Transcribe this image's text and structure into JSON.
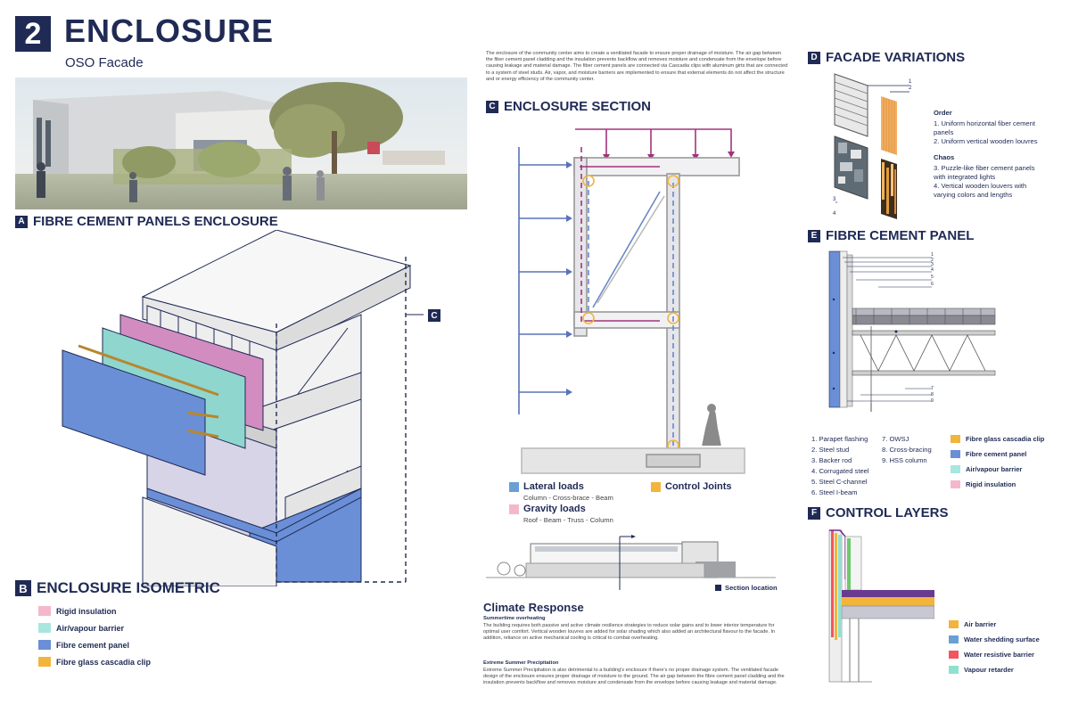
{
  "header": {
    "number": "2",
    "title": "ENCLOSURE",
    "subtitle": "OSO Facade"
  },
  "intro_text": "The enclosure of the community center aims to create a ventilated facade to ensure proper drainage of moisture. The air gap between the fiber cement panel cladding and the insulation prevents backflow and removes moisture and condensate from the envelope before causing leakage and material damage. The fiber cement panels are connected via Cascadia clips with aluminum girts that are connected to a system of steel studs. Air, vapor, and moisture barriers are implemented to ensure that external elements do not affect the structure and or energy efficiency of the community center.",
  "sections": {
    "a": {
      "letter": "A",
      "title": "FIBRE CEMENT PANELS ENCLOSURE"
    },
    "b": {
      "letter": "B",
      "title": "ENCLOSURE ISOMETRIC"
    },
    "c": {
      "letter": "C",
      "title": "ENCLOSURE SECTION",
      "marker": "C"
    },
    "d": {
      "letter": "D",
      "title": "FACADE VARIATIONS"
    },
    "e": {
      "letter": "E",
      "title": "FIBRE CEMENT PANEL"
    },
    "f": {
      "letter": "F",
      "title": "CONTROL LAYERS"
    }
  },
  "isometric_legend": [
    {
      "label": "Rigid insulation",
      "color": "#f4b8cc"
    },
    {
      "label": "Air/vapour barrier",
      "color": "#a8e6df"
    },
    {
      "label": "Fibre cement panel",
      "color": "#6a8fd6"
    },
    {
      "label": "Fibre glass cascadia clip",
      "color": "#f3b43c"
    }
  ],
  "loads": {
    "lateral": {
      "title": "Lateral loads",
      "sub": "Column - Cross-brace - Beam",
      "color": "#6a9fd6"
    },
    "gravity": {
      "title": "Gravity loads",
      "sub": "Roof - Beam - Truss - Column",
      "color": "#f4b8cc"
    },
    "joints": {
      "title": "Control Joints",
      "color": "#f3b43c"
    }
  },
  "section_location": "Section location",
  "climate": {
    "title": "Climate Response",
    "sub1": "Summertime overheating",
    "text1": "The building requires both passive and active climate resilience strategies to reduce solar gains and to lower interior temperature for optimal user comfort. Vertical wooden louvres are added for solar shading which also added an architectural flavour to the facade. In addition, reliance on active mechanical cooling is critical to combat overheating.",
    "sub2": "Extreme Summer Precipitation",
    "text2": "Extreme Summer Precipitation is also detrimental to a building's enclosure if there's no proper drainage system. The ventilated facade design of the enclosure ensures proper drainage of moisture to the ground. The air gap between the fibre cement panel cladding and the insulation prevents backflow and removes moisture and condensate from the envelope before causing leakage and material damage."
  },
  "variations": {
    "order_title": "Order",
    "order_items": [
      "1. Uniform horizontal fiber cement panels",
      "2. Uniform vertical wooden louvres"
    ],
    "chaos_title": "Chaos",
    "chaos_items": [
      "3. Puzzle-like fiber cement panels with integrated lights",
      "4. Vertical wooden louvers with varying colors and lengths"
    ],
    "callouts": [
      "1",
      "2",
      "3",
      "4"
    ]
  },
  "panel_callouts": [
    "1",
    "2",
    "3",
    "4",
    "5",
    "6",
    "7",
    "8",
    "9"
  ],
  "panel_parts_col1": [
    "1. Parapet flashing",
    "2. Steel stud",
    "3. Backer rod",
    "4. Corrugated steel",
    "5. Steel C-channel",
    "6. Steel I-beam"
  ],
  "panel_parts_col2": [
    "7. OWSJ",
    "8. Cross-bracing",
    "9. HSS column"
  ],
  "panel_legend": [
    {
      "label": "Fibre glass cascadia clip",
      "color": "#f3b43c"
    },
    {
      "label": "Fibre cement panel",
      "color": "#6a8fd6"
    },
    {
      "label": "Air/vapour barrier",
      "color": "#a8e6df"
    },
    {
      "label": "Rigid insulation",
      "color": "#f4b8cc"
    }
  ],
  "control_layers": [
    {
      "label": "Air barrier",
      "color": "#f3b43c"
    },
    {
      "label": "Water shedding surface",
      "color": "#6a9fd6"
    },
    {
      "label": "Water resistive barrier",
      "color": "#f2555f"
    },
    {
      "label": "Vapour retarder",
      "color": "#8fe0cf"
    }
  ]
}
